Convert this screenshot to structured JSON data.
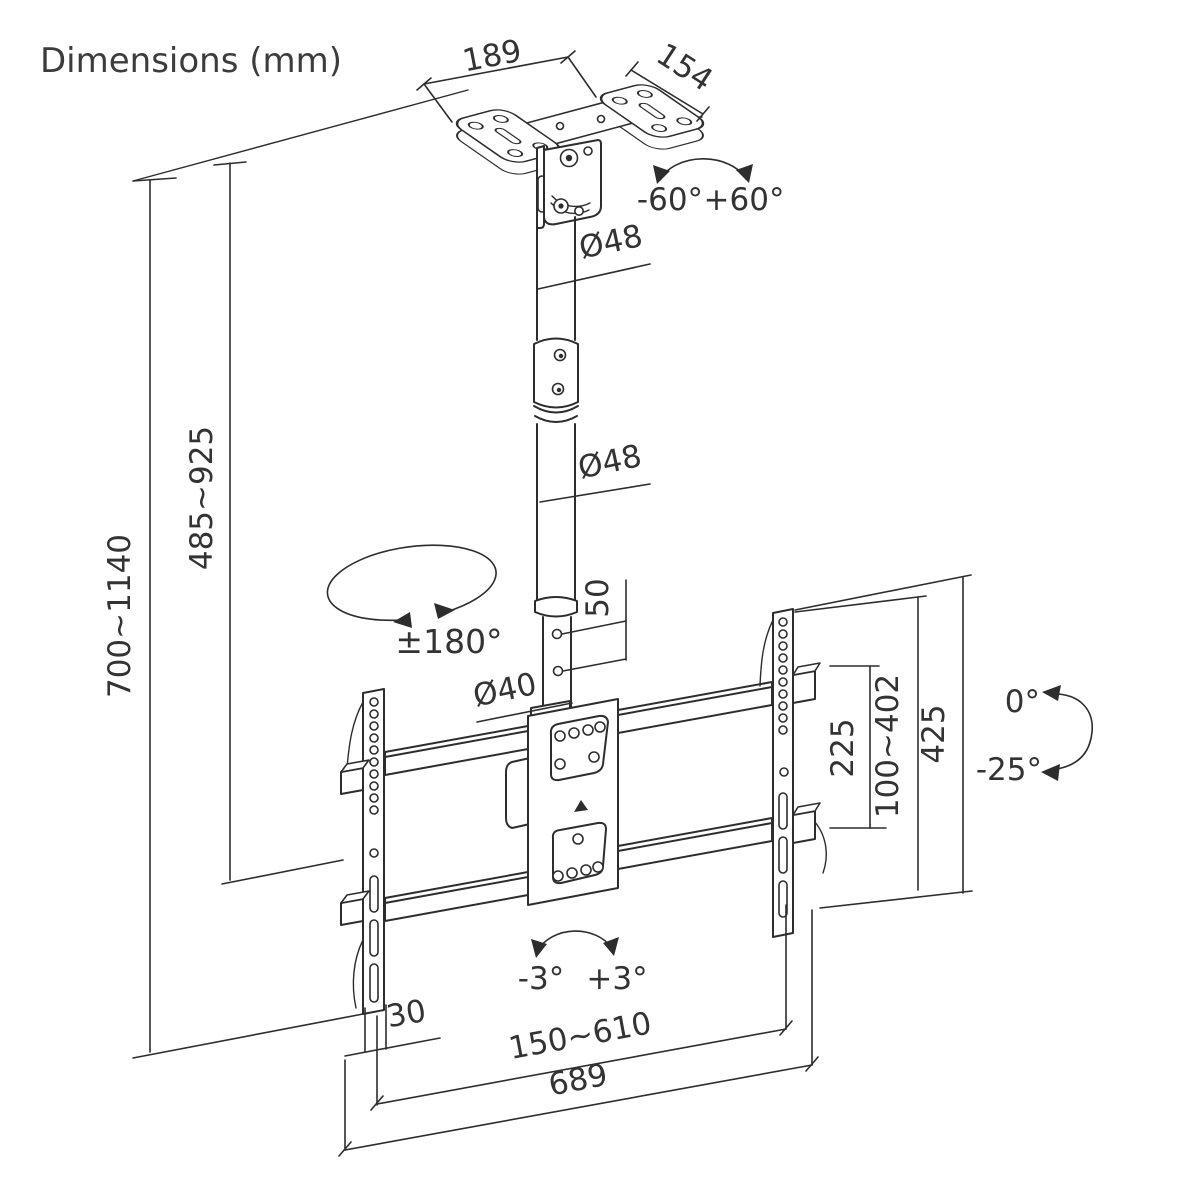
{
  "title": "Dimensions (mm)",
  "unit": "mm",
  "dimensions": {
    "ceiling_plate_width": "189",
    "ceiling_plate_depth": "154",
    "ceiling_pivot_neg": "-60°",
    "ceiling_pivot_pos": "+60°",
    "upper_pole_diameter": "Ø48",
    "lower_pole_diameter": "Ø48",
    "pole_length_range": "485~925",
    "overall_height_range": "700~1140",
    "height_hole_spacing": "50",
    "pole_swivel_range": "±180°",
    "inner_pole_diameter": "Ø40",
    "rail_spacing": "225",
    "vesa_height_range": "100~402",
    "bracket_height": "425",
    "screen_tilt_zero": "0°",
    "screen_tilt_down": "-25°",
    "level_adjust_neg": "-3°",
    "level_adjust_pos": "+3°",
    "rail_edge_offset": "30",
    "horizontal_slide_range": "150~610",
    "bracket_width": "689"
  }
}
